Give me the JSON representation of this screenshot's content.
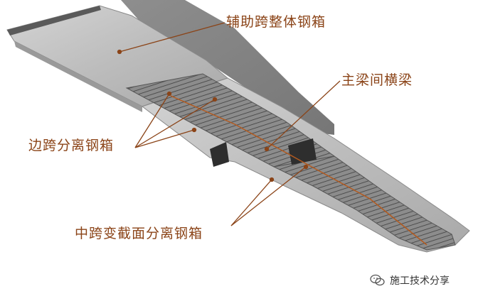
{
  "labels": {
    "aux_span_box": "辅助跨整体钢箱",
    "cross_beam": "主梁间横梁",
    "side_span_box": "边跨分离钢箱",
    "mid_span_box": "中跨变截面分离钢箱"
  },
  "watermark": {
    "icon": "wechat-icon",
    "text": "施工技术分享"
  },
  "colors": {
    "label_text": "#8b4418",
    "leader_line": "#8b4418",
    "deck_light": "#c9c9c9",
    "deck_dark": "#7d7d7d",
    "shadow": "#6e6e6e"
  }
}
